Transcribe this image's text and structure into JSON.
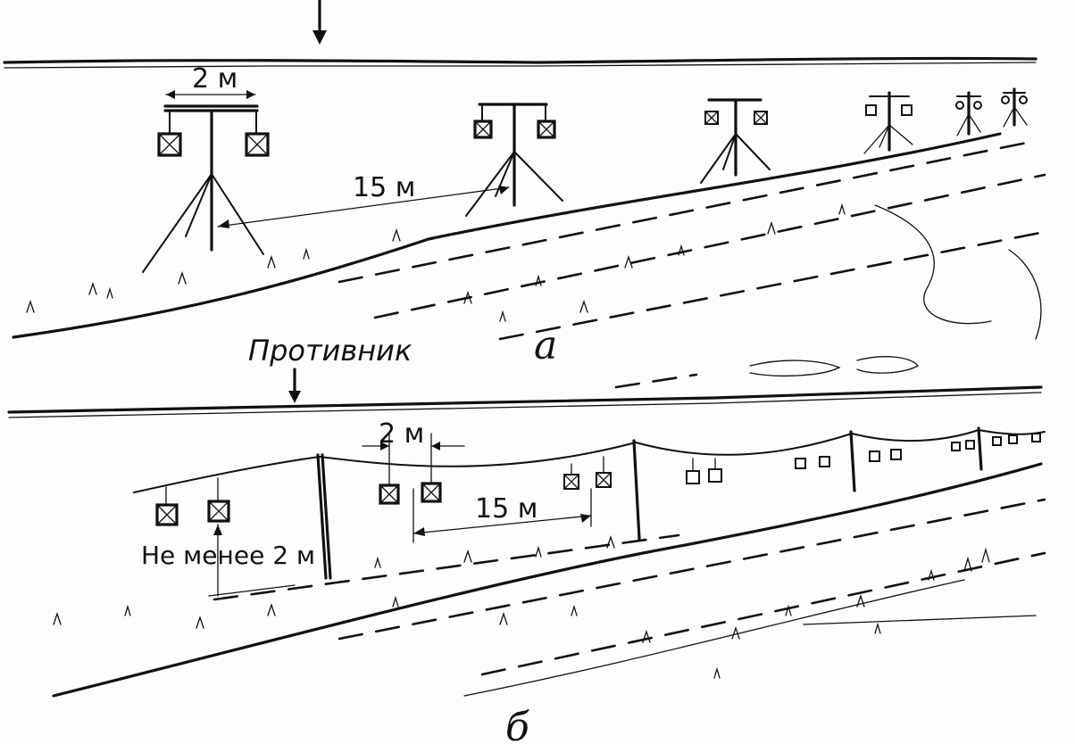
{
  "diagram_a": {
    "post_spacing_label": "2 м",
    "distance_label": "15 м",
    "panel_label": "а"
  },
  "diagram_b": {
    "enemy_label": "Противник",
    "spacing_label": "2 м",
    "distance_label": "15 м",
    "min_height_label": "Не менее 2 м",
    "panel_label": "б"
  },
  "colors": {
    "ink": "#111111",
    "paper": "#fdfdfb"
  }
}
